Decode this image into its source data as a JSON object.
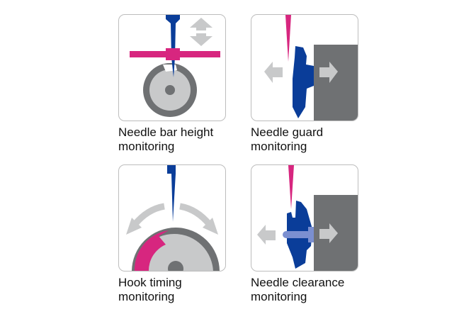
{
  "items": [
    {
      "line1": "Needle bar height",
      "line2": "monitoring"
    },
    {
      "line1": "Needle guard",
      "line2": "monitoring"
    },
    {
      "line1": "Hook timing",
      "line2": "monitoring"
    },
    {
      "line1": "Needle clearance",
      "line2": "monitoring"
    }
  ],
  "colors": {
    "blue": "#0a3d99",
    "pink": "#d7267f",
    "dark_gray": "#6f7173",
    "light_gray": "#c8c9ca",
    "lavender": "#7b8fd0"
  }
}
